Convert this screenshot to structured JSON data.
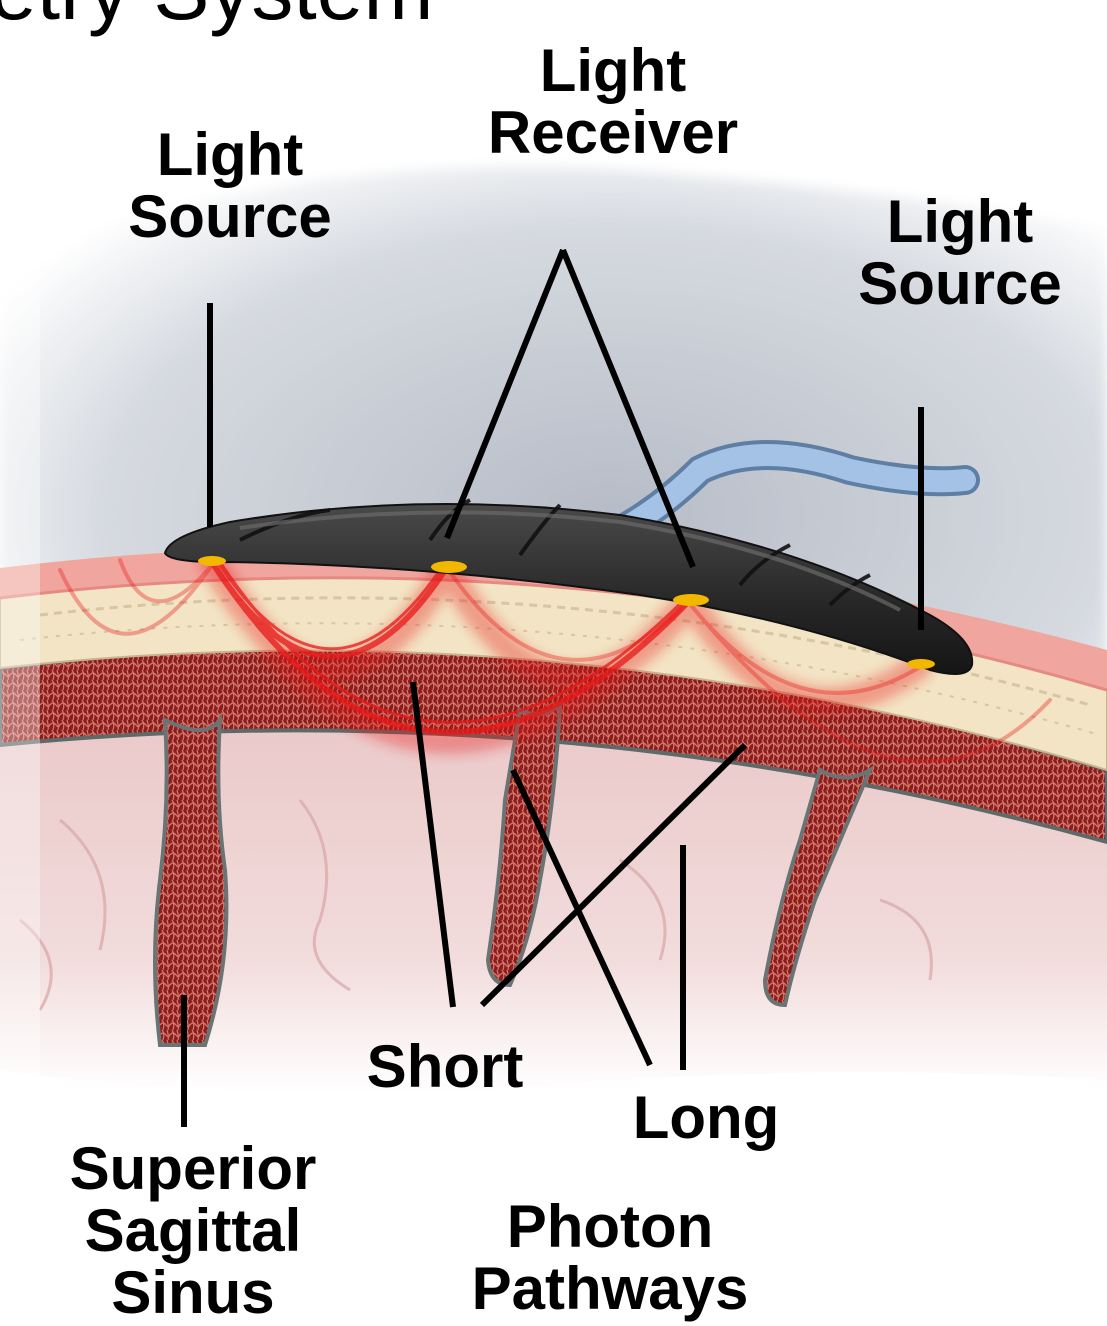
{
  "title": "etry System",
  "labels": {
    "light_source_left": [
      "Light",
      "Source"
    ],
    "light_receiver": [
      "Light",
      "Receiver"
    ],
    "light_source_right": [
      "Light",
      "Source"
    ],
    "short": "Short",
    "long": "Long",
    "superior_sagittal_sinus": [
      "Superior",
      "Sagittal",
      "Sinus"
    ],
    "photon_pathways": [
      "Photon",
      "Pathways"
    ]
  },
  "colors": {
    "photon_path": "#e81818",
    "probe": "#2a2a2a",
    "cable": "#9cbbe0",
    "skull": "#f2e4c4",
    "scalp": "#f1a8a0",
    "vessel": "#8e1b1b",
    "brain": "#ecc9c7",
    "emitter": "#f2b800"
  }
}
